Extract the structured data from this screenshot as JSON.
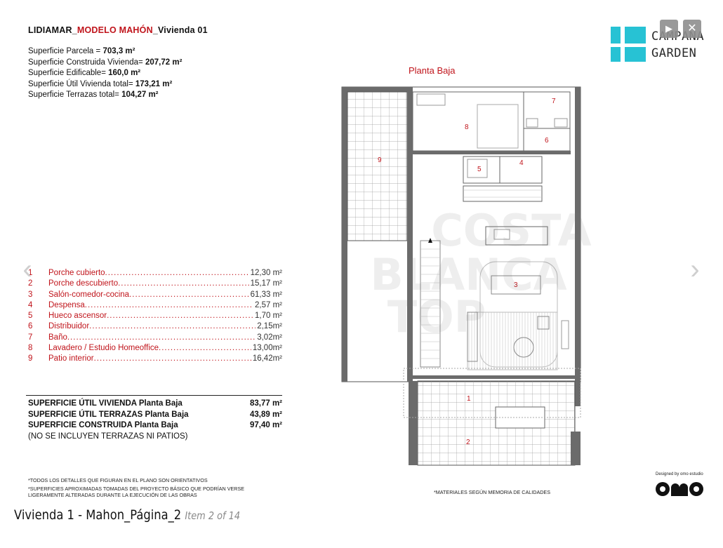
{
  "header": {
    "title_prefix": "LIDIAMAR_",
    "title_model": "MODELO MAHÓN",
    "title_suffix": "_Vivienda 01"
  },
  "summary": [
    {
      "label": "Superficie Parcela = ",
      "value": "703,3 m²"
    },
    {
      "label": "Superficie Construida Vivienda= ",
      "value": "207,72 m²"
    },
    {
      "label": "Superficie Edificable= ",
      "value": "160,0 m²"
    },
    {
      "label": "Superficie Útil Vivienda total= ",
      "value": "173,21 m²"
    },
    {
      "label": "Superficie Terrazas total= ",
      "value": "104,27 m²"
    }
  ],
  "logo": {
    "line1": "CAMPANA",
    "line2": "GARDEN",
    "color": "#27c2d4"
  },
  "controls": {
    "play_icon": "▶",
    "close_icon": "✕"
  },
  "nav": {
    "prev_icon": "‹",
    "next_icon": "›"
  },
  "plan_label": "Planta Baja",
  "watermark": [
    "COSTA",
    "BLANCA",
    "TOP"
  ],
  "rooms": [
    {
      "num": "1",
      "name": "Porche cubierto",
      "value": "12,30 m²"
    },
    {
      "num": "2",
      "name": "Porche descubierto",
      "value": "15,17 m²"
    },
    {
      "num": "3",
      "name": "Salón-comedor-cocina",
      "value": "61,33 m²"
    },
    {
      "num": "4",
      "name": "Despensa",
      "value": "2,57 m²"
    },
    {
      "num": "5",
      "name": "Hueco ascensor",
      "value": "1,70 m²"
    },
    {
      "num": "6",
      "name": "Distribuidor",
      "value": "2,15m²"
    },
    {
      "num": "7",
      "name": "Baño",
      "value": "3,02m²"
    },
    {
      "num": "8",
      "name": "Lavadero / Estudio Homeoffice",
      "value": "13,00m²"
    },
    {
      "num": "9",
      "name": "Patio interior",
      "value": "16,42m²"
    }
  ],
  "totals": [
    {
      "label": "SUPERFICIE ÚTIL VIVIENDA Planta Baja",
      "value": "83,77 m²"
    },
    {
      "label": "SUPERFICIE ÚTIL TERRAZAS Planta Baja",
      "value": "43,89 m²"
    },
    {
      "label": "SUPERFICIE CONSTRUIDA Planta Baja",
      "value": "97,40 m²"
    }
  ],
  "totals_note": "(NO SE INCLUYEN TERRAZAS NI PATIOS)",
  "footnotes": [
    "*Todos los detalles que figuran en el plano son orientativos",
    "*Superficies aproximadas tomadas del proyecto básico que podrían verse",
    "ligeramente alteradas durante la ejecución de las obras"
  ],
  "footnote_materials": "*Materiales según memoria de calidades",
  "designed_by": "Designed by omo estudio",
  "room_numbers": {
    "r1": "1",
    "r2": "2",
    "r3": "3",
    "r4": "4",
    "r5": "5",
    "r6": "6",
    "r7": "7",
    "r8": "8",
    "r9": "9"
  },
  "caption": {
    "title": "Vivienda 1 - Mahon_Página_2",
    "item": "Item 2 of 14"
  }
}
